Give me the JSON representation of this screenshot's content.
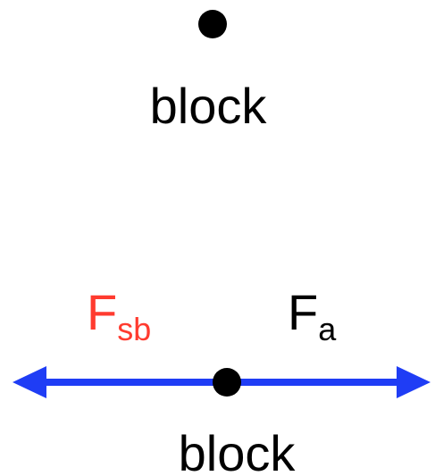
{
  "top_diagram": {
    "object_label": "block"
  },
  "bottom_diagram": {
    "object_label": "block",
    "forces": {
      "left": {
        "symbol": "F",
        "subscript": "sb",
        "color": "#ff3b2f"
      },
      "right": {
        "symbol": "F",
        "subscript": "a",
        "color": "#000000"
      }
    },
    "arrow_color": "#1f3df5",
    "dot_color": "#000000"
  }
}
